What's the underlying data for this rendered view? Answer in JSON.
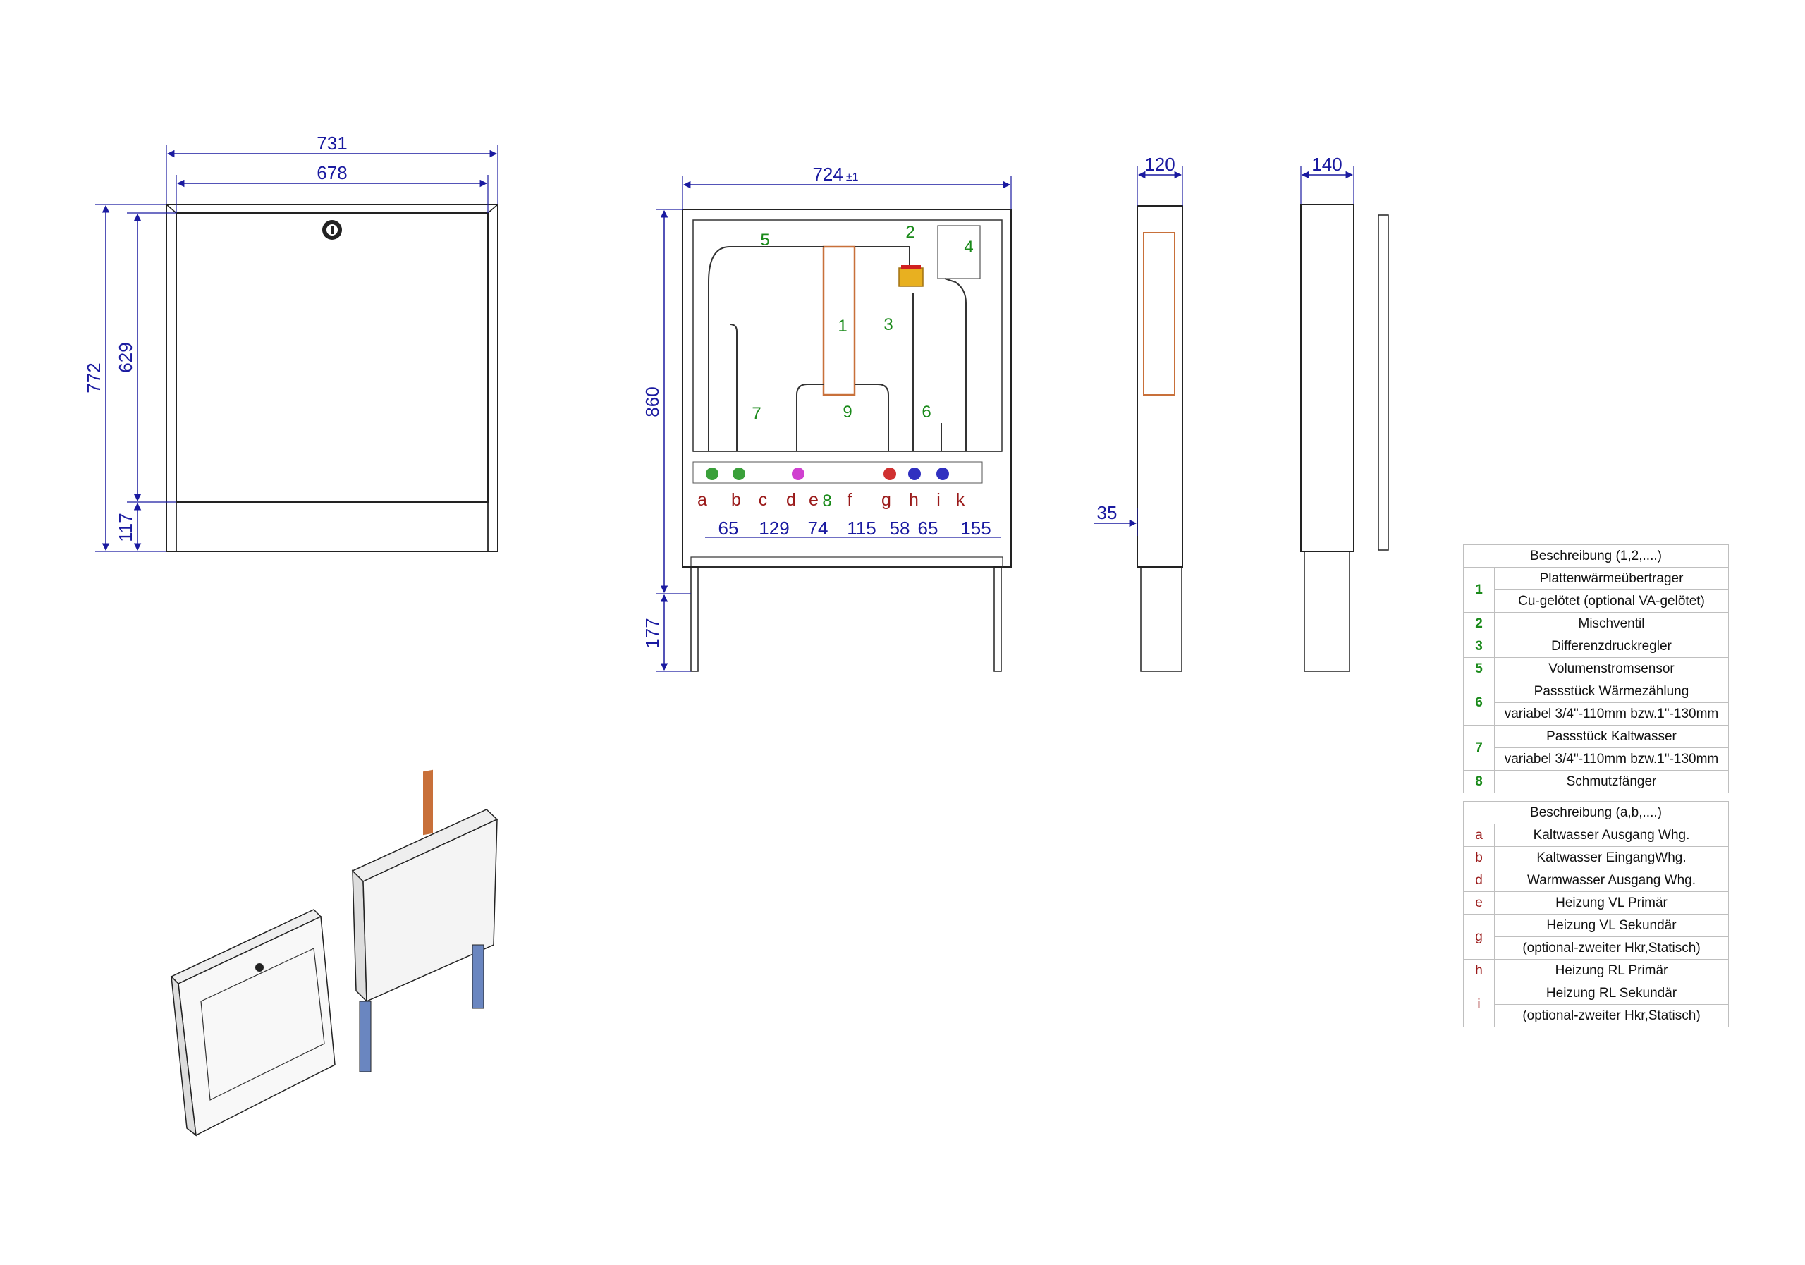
{
  "front_view": {
    "dim_outer_width": "731",
    "dim_inner_width": "678",
    "dim_total_height": "772",
    "dim_door_height": "629",
    "dim_bottom": "117"
  },
  "open_view": {
    "dim_width": "724",
    "dim_width_tol": "±1",
    "dim_height": "860",
    "dim_leg": "177",
    "component_numbers": [
      "1",
      "2",
      "3",
      "4",
      "5",
      "6",
      "7",
      "8",
      "9"
    ],
    "connection_letters": [
      "a",
      "b",
      "c",
      "d",
      "e",
      "f",
      "g",
      "h",
      "i",
      "k"
    ],
    "spacing_dims": [
      "65",
      "129",
      "74",
      "115",
      "58",
      "65",
      "155"
    ]
  },
  "side_view": {
    "dim_depth_a": "120",
    "dim_depth_b": "140",
    "dim_offset": "35"
  },
  "legend_numbers": {
    "header": "Beschreibung (1,2,....)",
    "rows": [
      {
        "key": "1",
        "lines": [
          "Plattenwärmeübertrager",
          "Cu-gelötet (optional VA-gelötet)"
        ]
      },
      {
        "key": "2",
        "lines": [
          "Mischventil"
        ]
      },
      {
        "key": "3",
        "lines": [
          "Differenzdruckregler"
        ]
      },
      {
        "key": "5",
        "lines": [
          "Volumenstromsensor"
        ]
      },
      {
        "key": "6",
        "lines": [
          "Passstück Wärmezählung",
          "variabel 3/4\"-110mm bzw.1\"-130mm"
        ]
      },
      {
        "key": "7",
        "lines": [
          "Passstück Kaltwasser",
          "variabel 3/4\"-110mm bzw.1\"-130mm"
        ]
      },
      {
        "key": "8",
        "lines": [
          "Schmutzfänger"
        ]
      }
    ]
  },
  "legend_letters": {
    "header": "Beschreibung (a,b,....)",
    "rows": [
      {
        "key": "a",
        "lines": [
          "Kaltwasser Ausgang Whg."
        ]
      },
      {
        "key": "b",
        "lines": [
          "Kaltwasser EingangWhg."
        ]
      },
      {
        "key": "d",
        "lines": [
          "Warmwasser Ausgang Whg."
        ]
      },
      {
        "key": "e",
        "lines": [
          "Heizung VL Primär"
        ]
      },
      {
        "key": "g",
        "lines": [
          "Heizung VL Sekundär",
          "(optional-zweiter Hkr,Statisch)"
        ]
      },
      {
        "key": "h",
        "lines": [
          "Heizung RL Primär"
        ]
      },
      {
        "key": "i",
        "lines": [
          "Heizung RL Sekundär",
          "(optional-zweiter Hkr,Statisch)"
        ]
      }
    ]
  },
  "colors": {
    "dimension": "#1a1aa0",
    "component_number": "#1a8a1a",
    "connection_letter": "#9a1a1a",
    "heat_exchanger": "#c8703a",
    "mixing_valve": "#e8b020"
  }
}
